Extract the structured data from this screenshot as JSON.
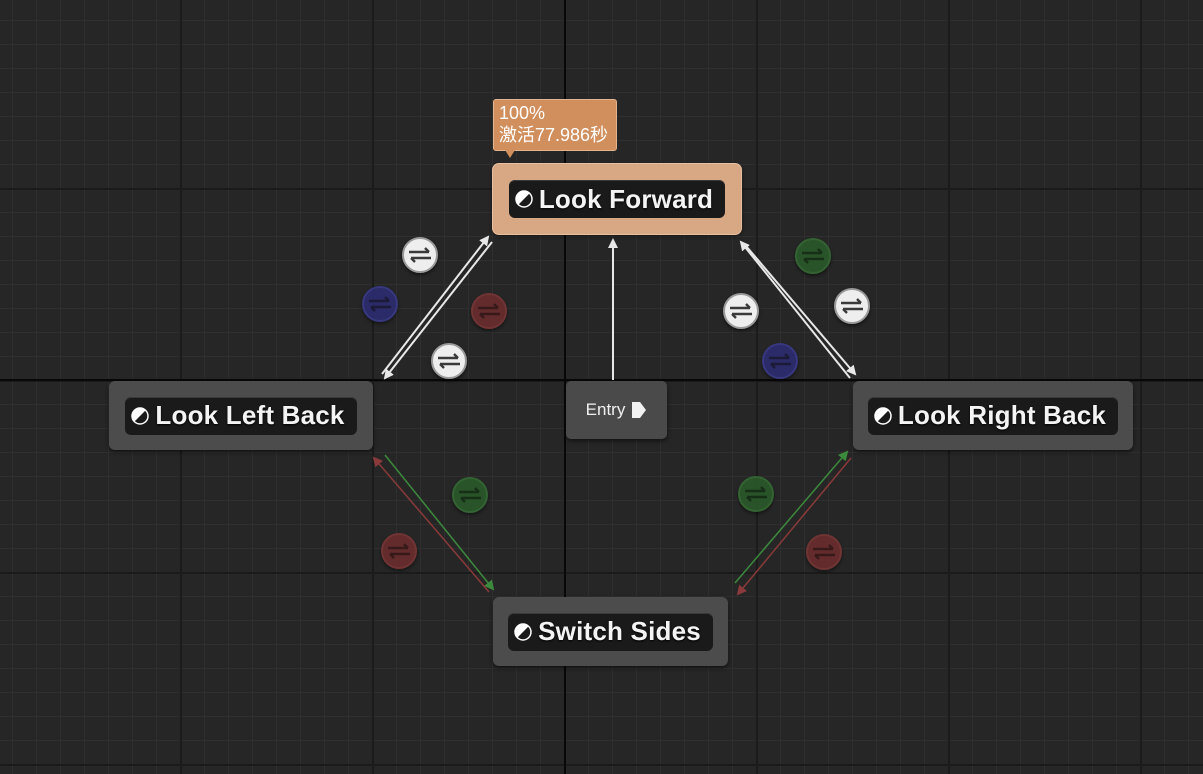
{
  "tooltip": {
    "weight": "100%",
    "active_time": "激活77.986秒"
  },
  "states": {
    "look_forward": "Look Forward",
    "look_left_back": "Look Left Back",
    "look_right_back": "Look Right Back",
    "switch_sides": "Switch Sides"
  },
  "entry": {
    "label": "Entry"
  },
  "icons": {
    "state": "state-node-icon",
    "transition_rule": "transition-rule-icon",
    "entry": "entry-arrow-icon"
  },
  "colors": {
    "active_state": "#d8a783",
    "tooltip": "#d08f5c",
    "wire_default": "#e8e8e8",
    "wire_red": "#8a3a3a",
    "wire_green": "#3c8a3c",
    "rule_blue": "#2c2c72",
    "rule_red": "#6a2c2c",
    "rule_green": "#2a5a2a"
  }
}
